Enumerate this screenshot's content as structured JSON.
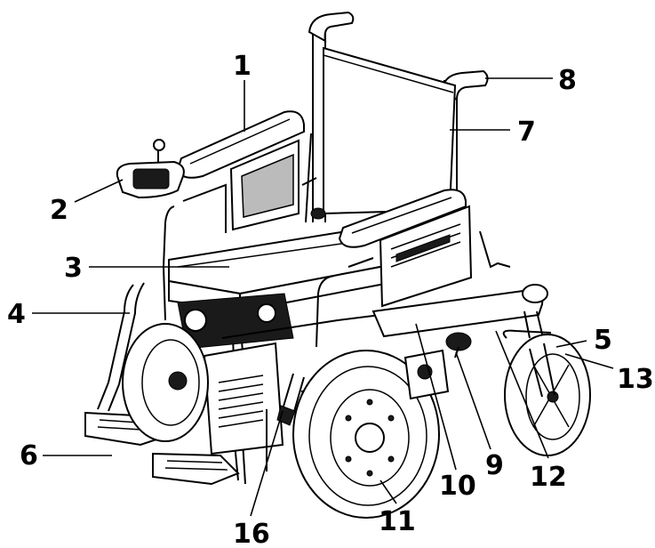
{
  "callouts": [
    {
      "id": "1",
      "label": "1"
    },
    {
      "id": "2",
      "label": "2"
    },
    {
      "id": "3",
      "label": "3"
    },
    {
      "id": "4",
      "label": "4"
    },
    {
      "id": "5",
      "label": "5"
    },
    {
      "id": "6",
      "label": "6"
    },
    {
      "id": "7",
      "label": "7"
    },
    {
      "id": "8",
      "label": "8"
    },
    {
      "id": "9",
      "label": "9"
    },
    {
      "id": "10",
      "label": "10"
    },
    {
      "id": "11",
      "label": "11"
    },
    {
      "id": "12",
      "label": "12"
    },
    {
      "id": "13",
      "label": "13"
    },
    {
      "id": "16",
      "label": "16"
    }
  ]
}
